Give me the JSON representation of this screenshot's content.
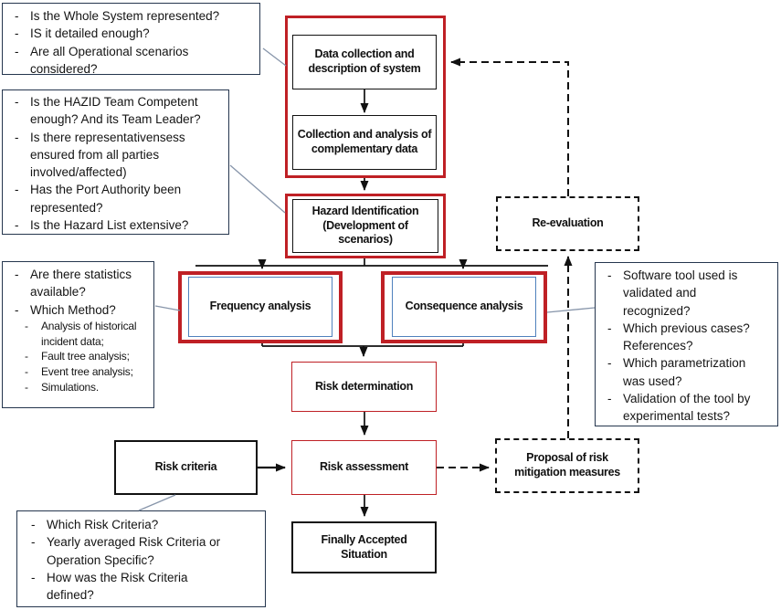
{
  "colors": {
    "red_border": "#bf2025",
    "blue_border": "#4f81bd",
    "question_box_border": "#25364e",
    "connector_line": "#8795aa",
    "arrow": "#111111"
  },
  "flow": {
    "data_collection": "Data collection and description of system",
    "complementary_data": "Collection and analysis of complementary data",
    "hazard_identification": "Hazard Identification (Development of scenarios)",
    "frequency_analysis": "Frequency analysis",
    "consequence_analysis": "Consequence analysis",
    "risk_determination": "Risk determination",
    "risk_assessment": "Risk assessment",
    "risk_criteria": "Risk criteria",
    "re_evaluation": "Re-evaluation",
    "proposal_mitigation": "Proposal of risk mitigation measures",
    "finally_accepted": "Finally Accepted Situation"
  },
  "question_boxes": {
    "system": {
      "items": [
        "Is the Whole System represented?",
        "IS it detailed enough?",
        "Are all Operational scenarios considered?"
      ]
    },
    "hazid_team": {
      "items": [
        "Is the HAZID Team Competent enough? And its Team Leader?",
        "Is there representativensess ensured from all parties involved/affected)",
        "Has the Port Authority been represented?",
        "Is the Hazard List extensive?"
      ]
    },
    "statistics": {
      "items": [
        "Are there statistics available?",
        "Which Method?"
      ],
      "method_options": [
        "Analysis of historical incident data;",
        "Fault tree analysis;",
        "Event tree analysis;",
        "Simulations."
      ]
    },
    "risk_criteria": {
      "items": [
        "Which Risk Criteria?",
        "Yearly averaged Risk Criteria or Operation Specific?",
        "How was the Risk Criteria defined?"
      ]
    },
    "software_tool": {
      "items": [
        "Software tool used is validated and recognized?",
        "Which previous cases? References?",
        "Which parametrization was used?",
        "Validation of the tool by experimental tests?"
      ]
    }
  }
}
